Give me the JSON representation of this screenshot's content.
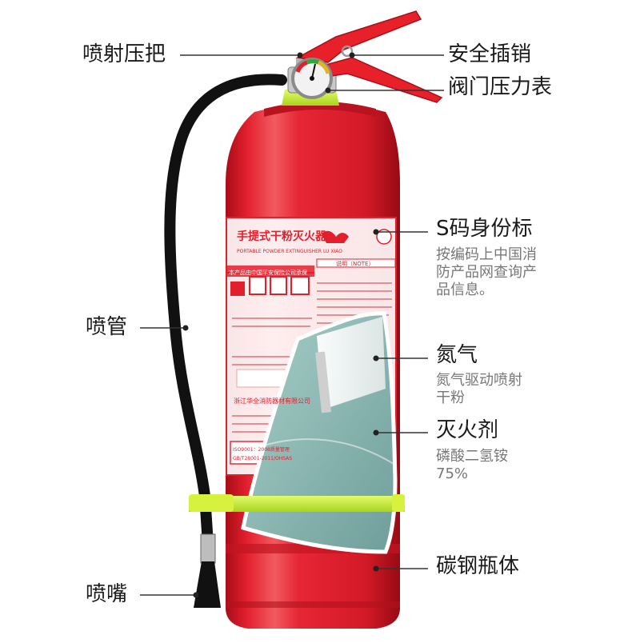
{
  "labels": {
    "handle": "喷射压把",
    "pin": "安全插销",
    "gauge": "阀门压力表",
    "code": "S码身份标",
    "code_desc": "按编码上中国消\n防产品网查询产\n品信息。",
    "hose": "喷管",
    "nitrogen": "氮气",
    "nitrogen_desc": "氮气驱动喷射\n干粉",
    "agent": "灭火剂",
    "agent_desc": "磷酸二氢铵\n75%",
    "body": "碳钢瓶体",
    "nozzle": "喷嘴"
  },
  "product_label": {
    "title_cn": "手提式干粉灭火器",
    "title_en": "PORTABLE POWDER EXTINGUISHER",
    "insurance": "本产品由中国平安保险公司承保",
    "brand_en": "LU XIAO",
    "note": "说明（NOTE）",
    "company_cn": "浙江华全消防器材有限公司",
    "standard": "ISO9001：2008质量管理",
    "standard2": "GB/T28001-2011/OHSAS"
  },
  "colors": {
    "cylinder_red": "#e21f2d",
    "handle_red": "#e8202a",
    "bracket_green": "#c8ee3c",
    "cutaway_powder": "#8fbcb8",
    "hose_black": "#111111"
  }
}
